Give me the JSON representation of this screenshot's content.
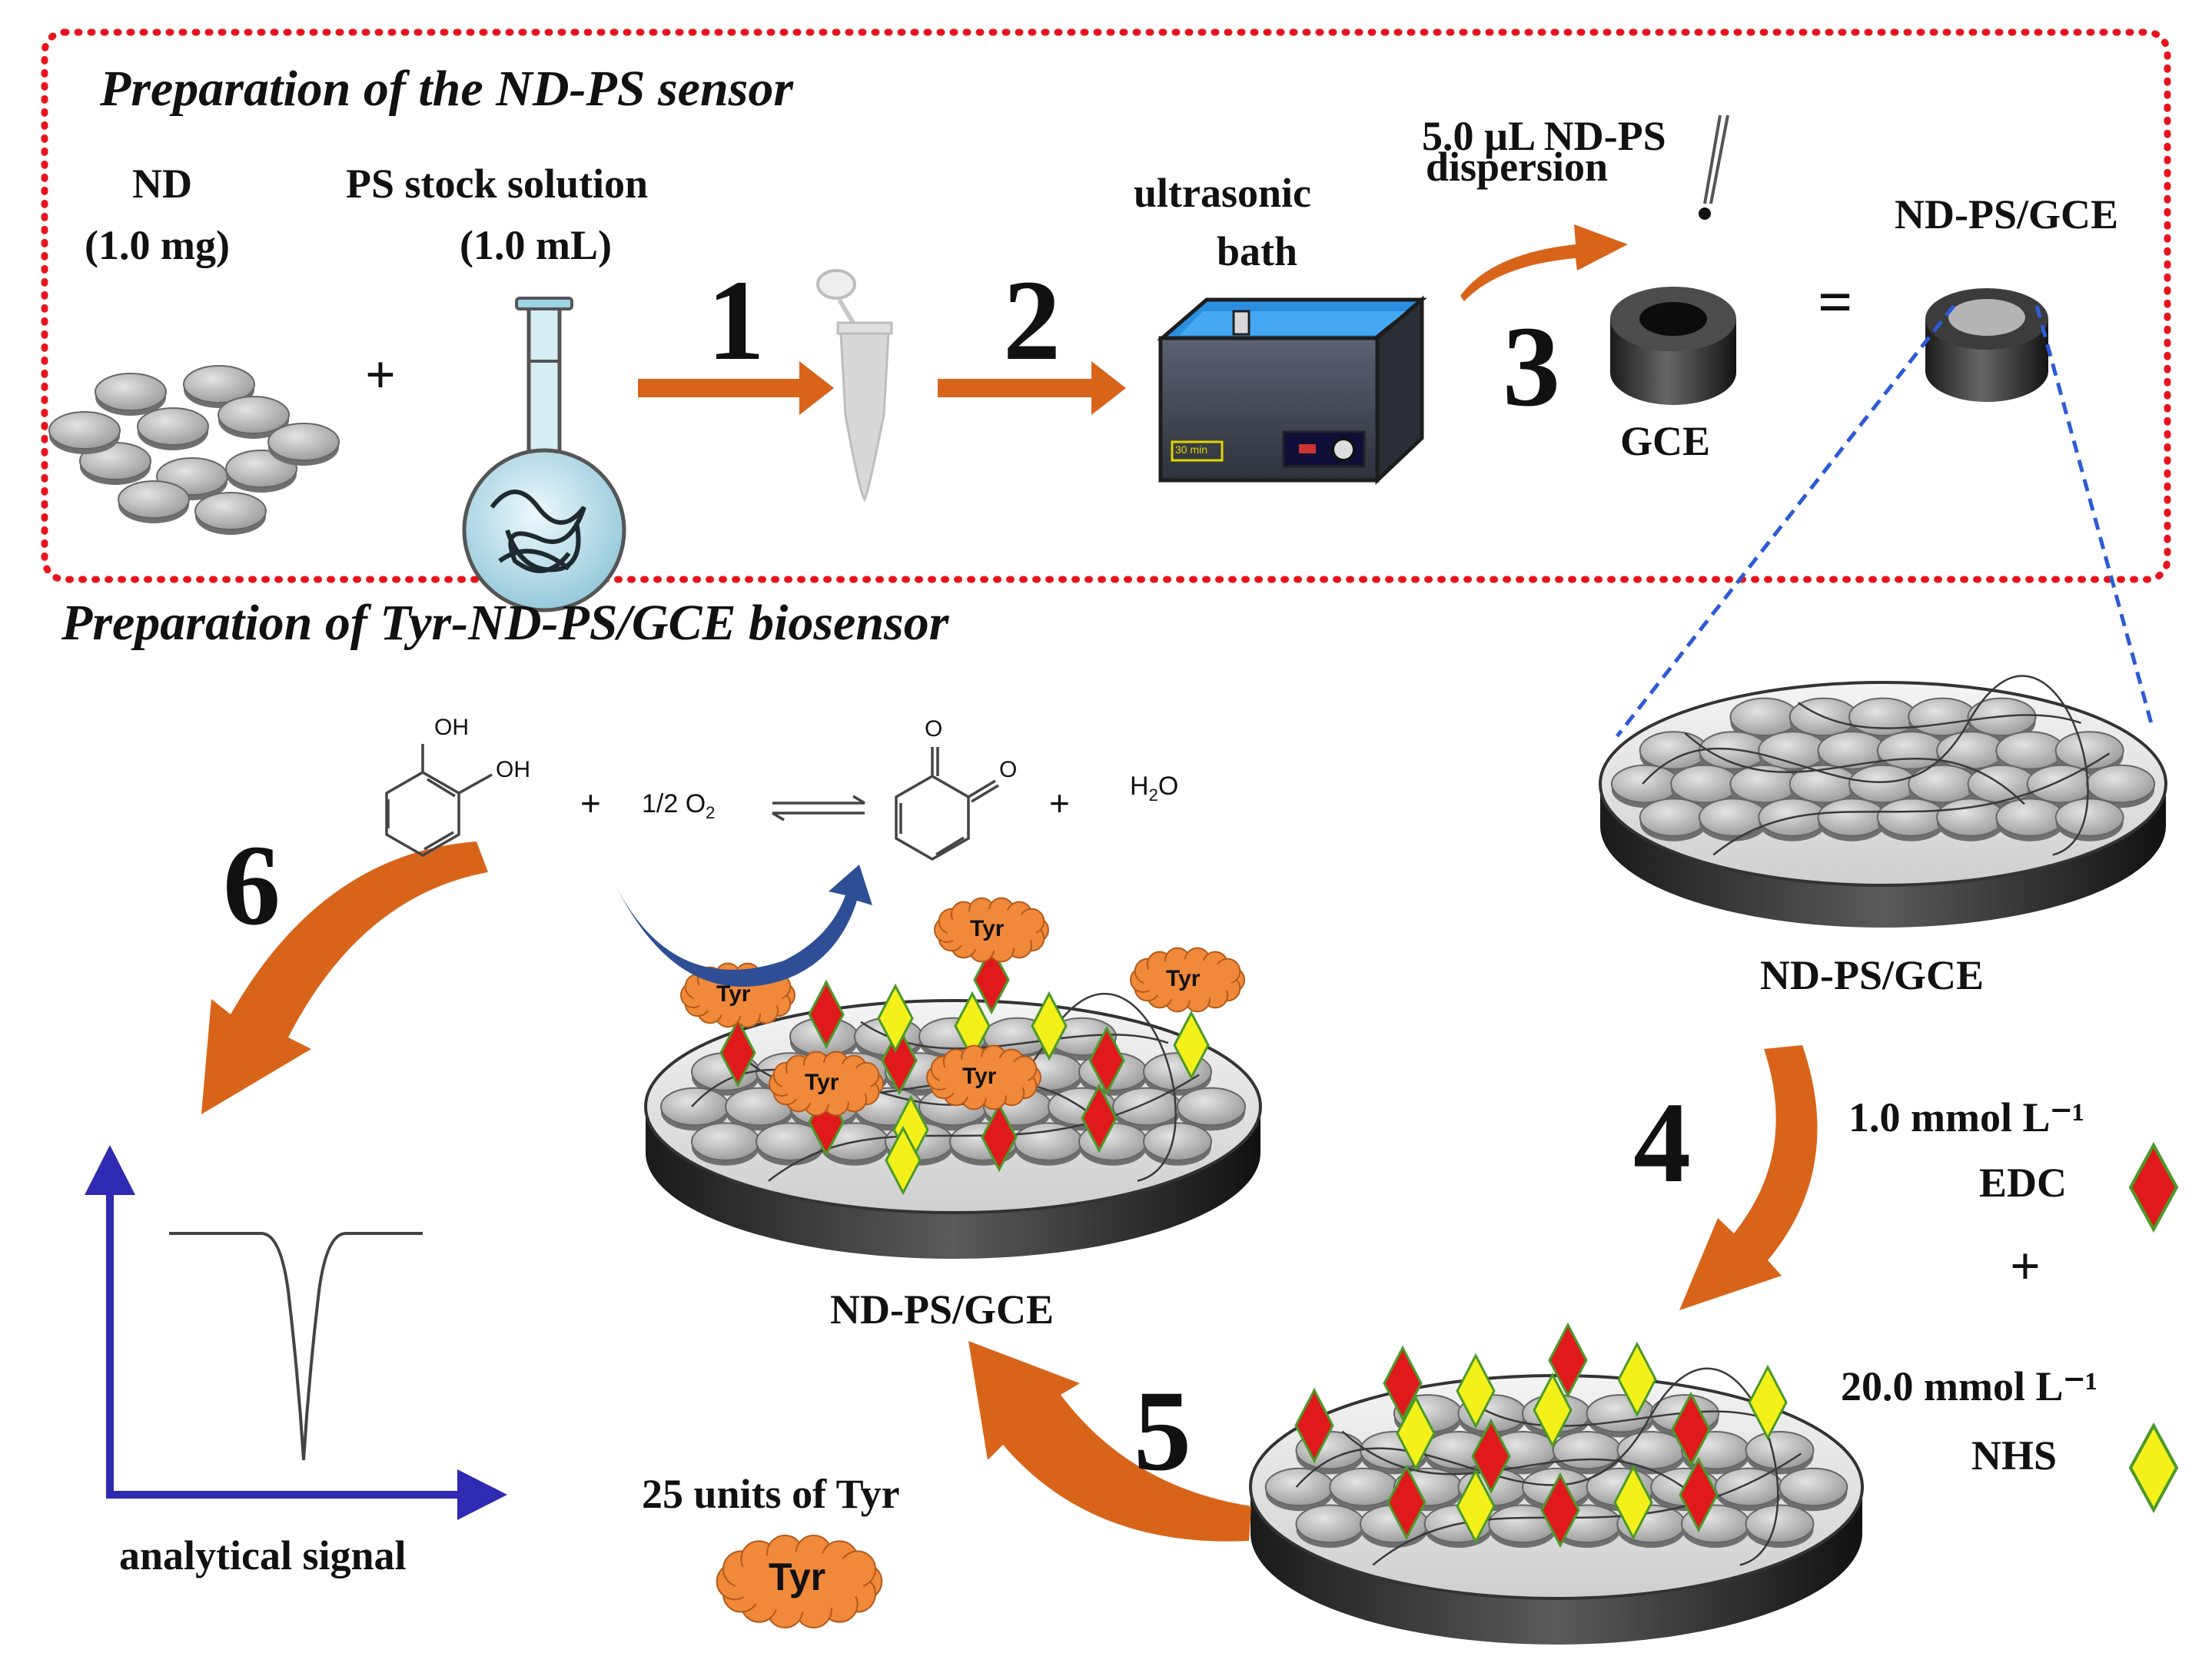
{
  "titles": {
    "sensor": "Preparation of the ND-PS sensor",
    "biosensor": "Preparation of Tyr-ND-PS/GCE biosensor"
  },
  "materials": {
    "nd_name": "ND",
    "nd_amount": "(1.0 mg)",
    "plus": "+",
    "ps_name": "PS stock solution",
    "ps_amount": "(1.0 mL)",
    "bath_line1": "ultrasonic",
    "bath_line2": "bath",
    "bath_screen": "30 min",
    "dispersion_line1": "5.0 µL ND-PS",
    "dispersion_line2": "dispersion",
    "gce": "GCE",
    "equals": "=",
    "ndps_gce": "ND-PS/GCE"
  },
  "steps": [
    "1",
    "2",
    "3",
    "4",
    "5",
    "6"
  ],
  "reagents": {
    "edc_conc": "1.0 mmol L⁻¹",
    "edc_name": "EDC",
    "plus": "+",
    "nhs_conc": "20.0 mmol L⁻¹",
    "nhs_name": "NHS",
    "tyr_units": "25 units of Tyr",
    "tyr_label": "Tyr"
  },
  "electrode_labels": {
    "right_disc": "ND-PS/GCE",
    "middle_disc": "ND-PS/GCE"
  },
  "reaction": {
    "oh1": "OH",
    "oh2": "OH",
    "carbonyl": "O",
    "plus1": "+",
    "oxygen_coef": "1/2 O",
    "oxygen_sub": "2",
    "plus2": "+",
    "water": "H",
    "water_sub": "2",
    "water_o": "O"
  },
  "signal": {
    "caption": "analytical signal"
  },
  "colors": {
    "dotted_frame": "#e8141c",
    "arrow_orange": "#d8641a",
    "curved_arrow_blue": "#2e4f96",
    "axis_blue": "#2f2ab2",
    "edc_diamond": "#e0191c",
    "nhs_diamond": "#f4f01a",
    "tyr_cloud": "#f0893a",
    "bath_water": "#2b8fe0",
    "dashed_line": "#2c5bd6",
    "nd_particle": "#a8a8a8"
  },
  "icons": {
    "nd_particles": "nanodiamond-particles-icon",
    "flask": "volumetric-flask-icon",
    "tube": "eppendorf-tube-icon",
    "bath": "ultrasonic-bath-icon",
    "pipette": "pipette-icon",
    "electrode": "glassy-carbon-electrode-icon",
    "edc": "red-diamond-icon",
    "nhs": "yellow-diamond-icon",
    "enzyme": "tyrosinase-cloud-icon"
  }
}
